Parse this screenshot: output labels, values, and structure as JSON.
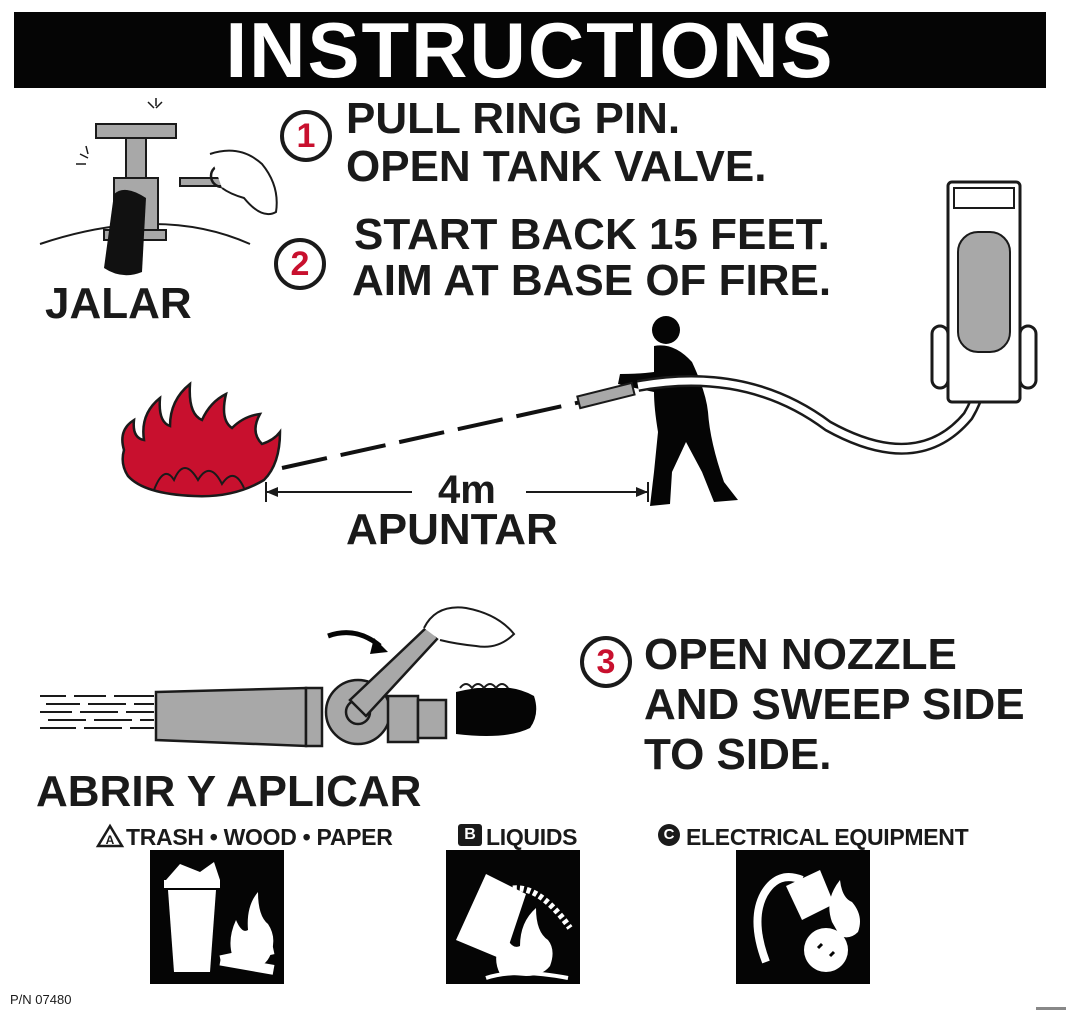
{
  "banner": {
    "title": "INSTRUCTIONS"
  },
  "steps": [
    {
      "number": "1",
      "line1": "PULL RING PIN.",
      "line2": "OPEN TANK VALVE."
    },
    {
      "number": "2",
      "line1": "START BACK 15 FEET.",
      "line2": "AIM AT BASE OF FIRE."
    },
    {
      "number": "3",
      "line1": "OPEN NOZZLE",
      "line2": "AND SWEEP SIDE",
      "line3": "TO SIDE."
    }
  ],
  "spanish_labels": {
    "pull": "JALAR",
    "aim": "APUNTAR",
    "apply": "ABRIR Y APLICAR"
  },
  "distance": "4m",
  "fire_classes": [
    {
      "symbol": "triangle-a-icon",
      "label": "TRASH • WOOD • PAPER",
      "icon": "trash-fire-icon"
    },
    {
      "symbol": "square-b-icon",
      "label": "LIQUIDS",
      "icon": "liquid-fire-icon"
    },
    {
      "symbol": "circle-c-icon",
      "label": "ELECTRICAL EQUIPMENT",
      "icon": "electrical-fire-icon"
    }
  ],
  "class_symbols": {
    "a": "A",
    "b": "B",
    "c": "C"
  },
  "part_number": "P/N 07480",
  "colors": {
    "accent_red": "#c8102e",
    "black": "#050505",
    "gray": "#a8a8a8"
  }
}
